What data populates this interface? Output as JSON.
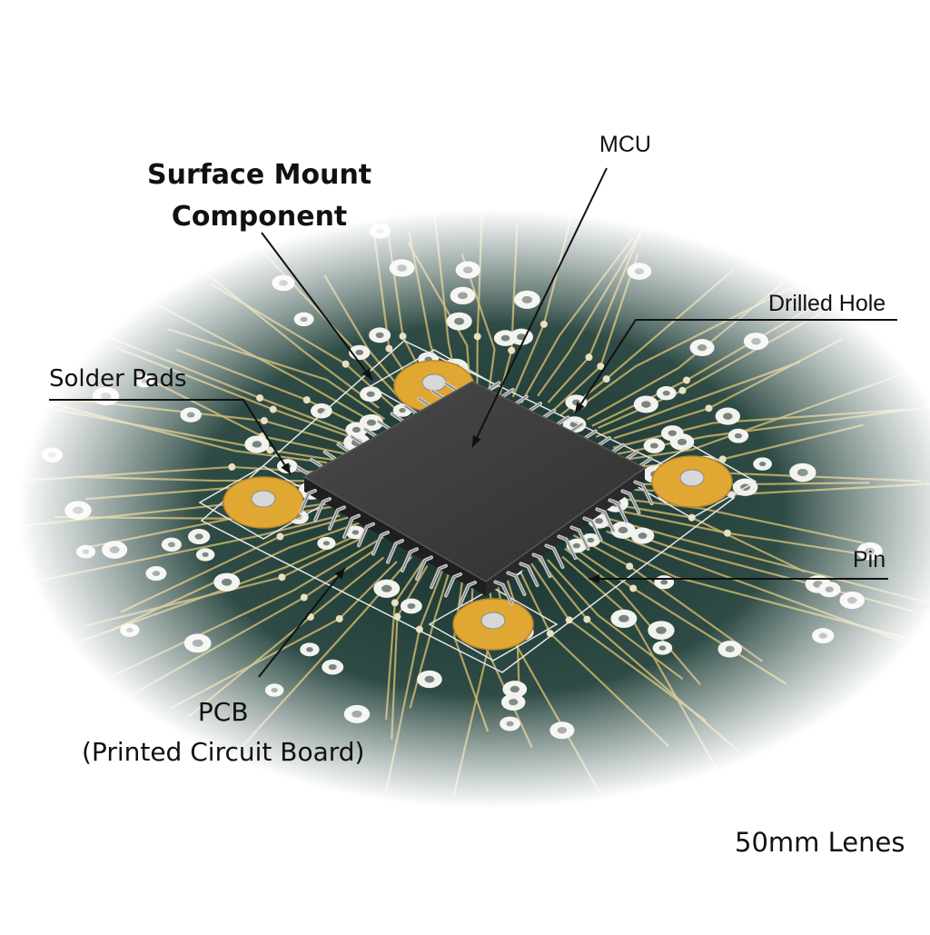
{
  "labels": {
    "surface_mount_line1": "Surface Mount",
    "surface_mount_line2": "Component",
    "mcu": "MCU",
    "drilled_hole": "Drilled Hole",
    "solder_pads": "Solder Pads",
    "pin": "Pin",
    "pcb_line1": "PCB",
    "pcb_line2": "(Printed Circuit Board)",
    "lens": "50mm Lenes"
  },
  "colors": {
    "board": "#1f3a35",
    "trace": "#c8b46a",
    "pad": "#e0a832",
    "chip_top": "#3d3d3d",
    "pin": "#c9c9c9",
    "leader": "#111111"
  }
}
